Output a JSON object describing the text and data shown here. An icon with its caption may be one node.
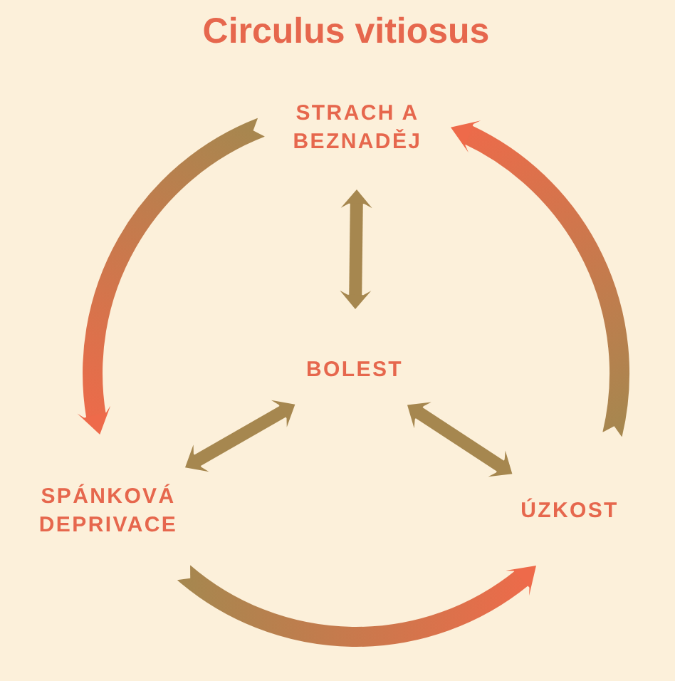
{
  "diagram": {
    "title": "Circulus vitiosus",
    "nodes": [
      {
        "text": [
          "STRACH A BEZNADĚJ"
        ]
      },
      {
        "text": [
          "BOLEST"
        ]
      },
      {
        "text": [
          "SPÁNKOVÁ DEPRIVACE"
        ]
      },
      {
        "text": [
          "ÚZKOST"
        ]
      }
    ],
    "edges": [
      {
        "from": 0,
        "to": 2,
        "arrow": "to",
        "color": "#ee6a4a"
      },
      {
        "from": 3,
        "to": 0,
        "arrow": "to",
        "color": "#ee6a4a"
      },
      {
        "from": 0,
        "to": 1,
        "arrow": "both"
      },
      {
        "from": 1,
        "to": 2,
        "arrow": "both"
      },
      {
        "from": 1,
        "to": 3,
        "arrow": "both"
      },
      {
        "from": 2,
        "to": 3,
        "arrow": "to",
        "color": "#ee6a4a"
      }
    ]
  }
}
